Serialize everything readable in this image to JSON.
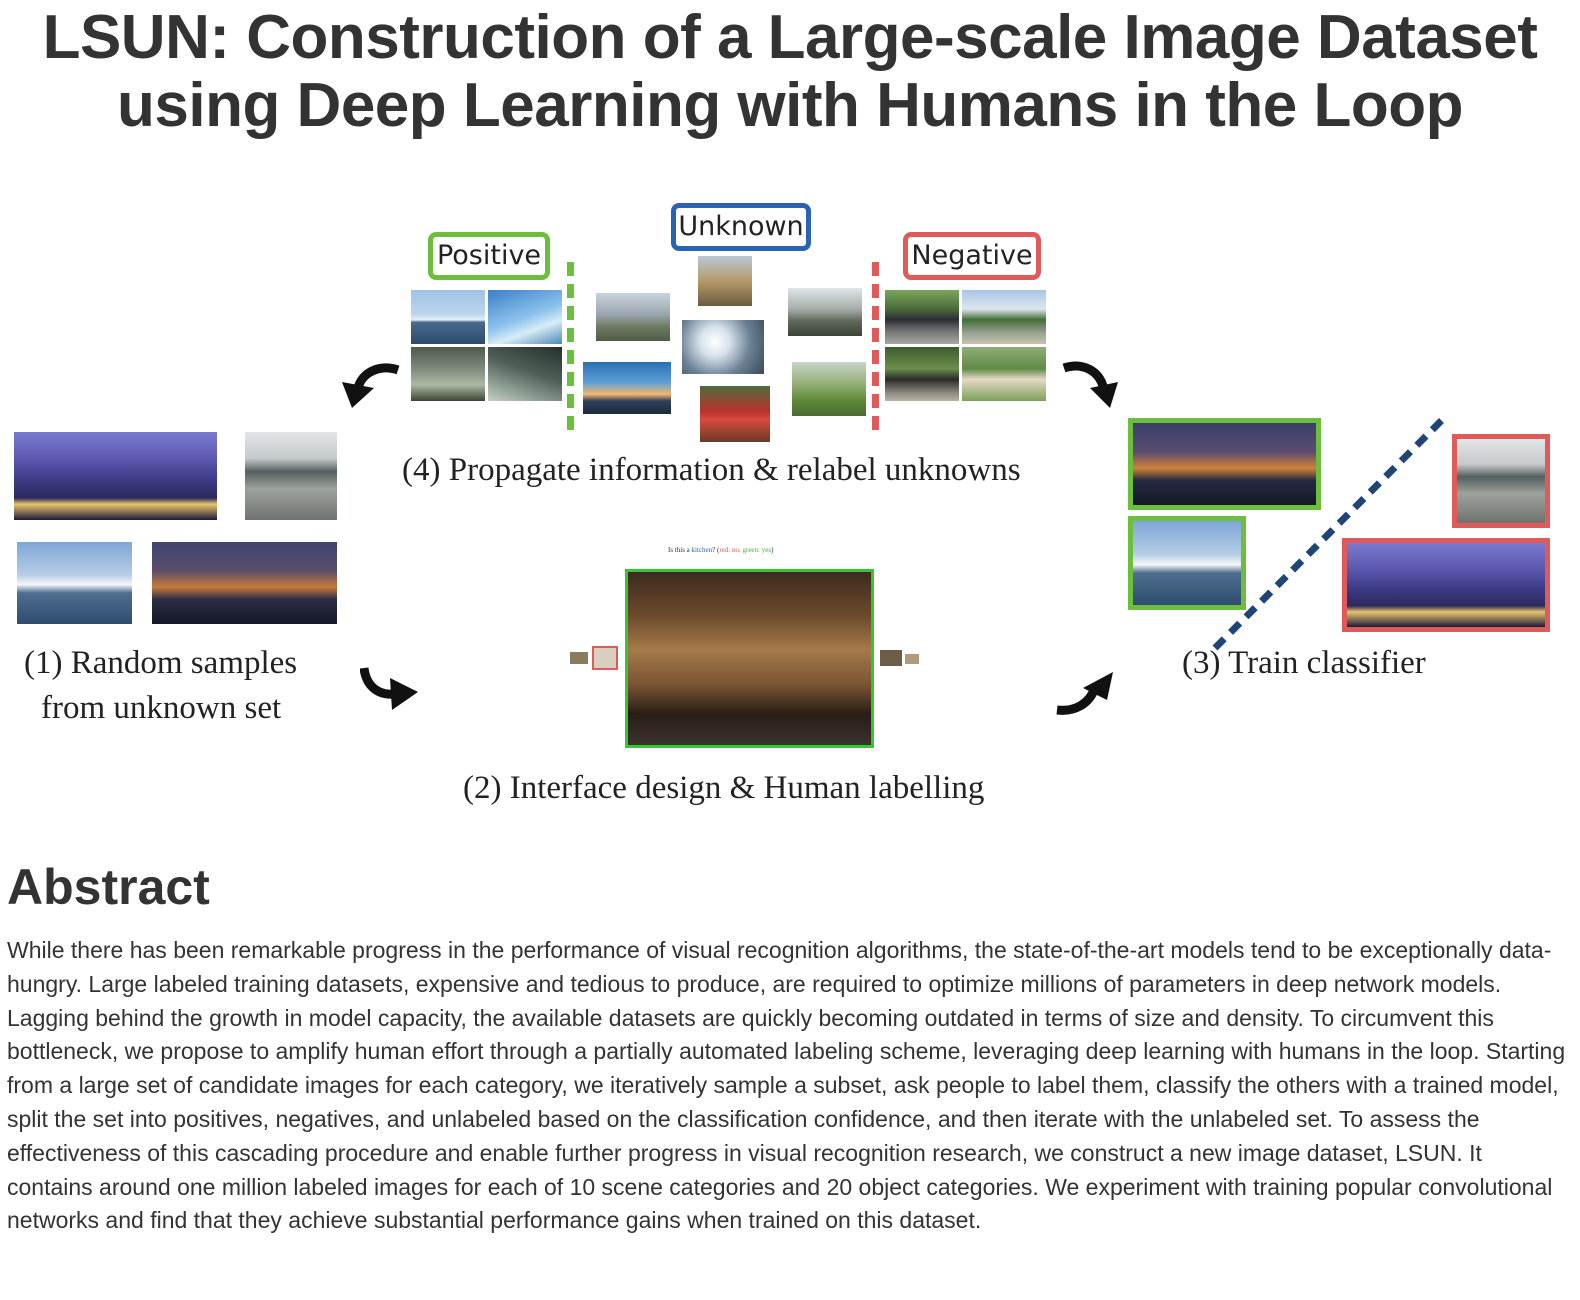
{
  "paper": {
    "title_line1": "LSUN: Construction of a Large-scale Image Dataset",
    "title_line2": "using Deep Learning with Humans in the Loop"
  },
  "figure": {
    "tags": {
      "positive": "Positive",
      "unknown": "Unknown",
      "negative": "Negative"
    },
    "captions": {
      "step1_line1": "(1) Random samples",
      "step1_line2": "from unknown set",
      "step2": "(2) Interface design & Human labelling",
      "step3": "(3) Train classifier",
      "step4": "(4) Propagate information & relabel unknowns"
    },
    "interface": {
      "question_prefix": "Is this a ",
      "question_word": "kitchen",
      "question_suffix": "?",
      "hint_red": "red: no,",
      "hint_green": "green: yes"
    },
    "colors": {
      "positive": "#6cbf3c",
      "negative": "#e05a5a",
      "unknown": "#2a63b6",
      "classifier_line": "#1f4577"
    }
  },
  "abstract": {
    "heading": "Abstract",
    "text": "While there has been remarkable progress in the performance of visual recognition algorithms, the state-of-the-art models tend to be exceptionally data-hungry. Large labeled training datasets, expensive and tedious to produce, are required to optimize millions of parameters in deep network models. Lagging behind the growth in model capacity, the available datasets are quickly becoming outdated in terms of size and density. To circumvent this bottleneck, we propose to amplify human effort through a partially automated labeling scheme, leveraging deep learning with humans in the loop. Starting from a large set of candidate images for each category, we iteratively sample a subset, ask people to label them, classify the others with a trained model, split the set into positives, negatives, and unlabeled based on the classification confidence, and then iterate with the unlabeled set. To assess the effectiveness of this cascading procedure and enable further progress in visual recognition research, we construct a new image dataset, LSUN. It contains around one million labeled images for each of 10 scene categories and 20 object categories. We experiment with training popular convolutional networks and find that they achieve substantial performance gains when trained on this dataset."
  }
}
